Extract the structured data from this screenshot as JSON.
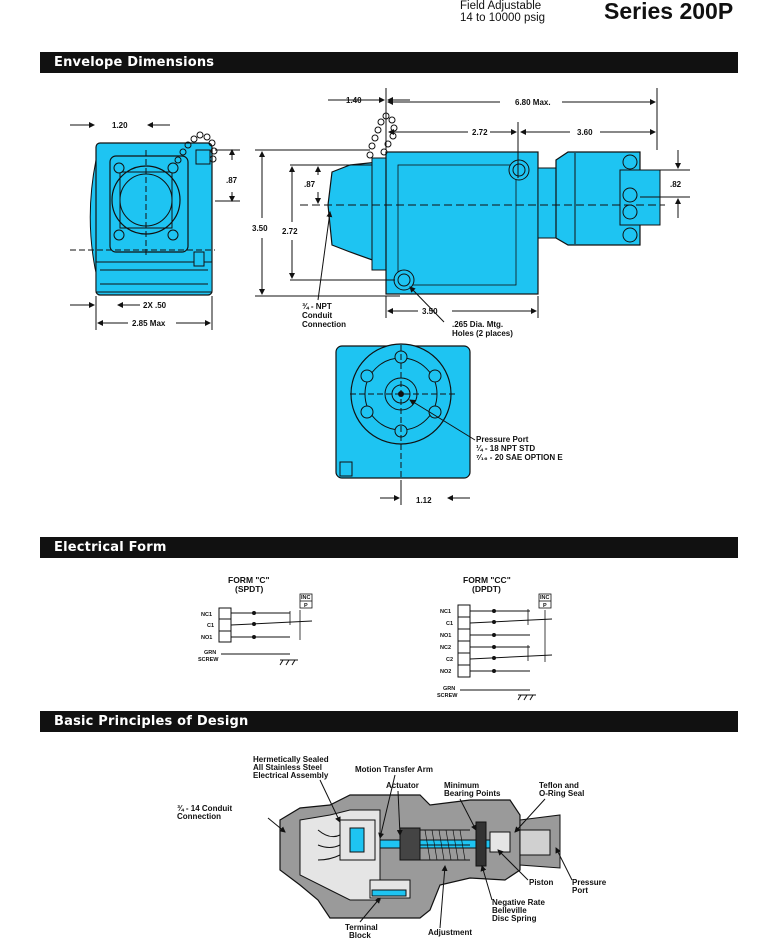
{
  "header": {
    "line1": "Field Adjustable",
    "line2": "14 to 10000 psig",
    "series": "Series 200P"
  },
  "sections": {
    "envelope": "Envelope Dimensions",
    "electrical": "Electrical Form",
    "principles": "Basic Principles of Design"
  },
  "dimensions": {
    "d_1_20": "1.20",
    "d_87a": ".87",
    "d_2x50": "2X .50",
    "d_285": "2.85 Max",
    "d_140": "1.40",
    "d_680": "6.80 Max.",
    "d_272a": "2.72",
    "d_360": "3.60",
    "d_87b": ".87",
    "d_350a": "3.50",
    "d_272b": "2.72",
    "d_82": ".82",
    "d_350b": "3.50",
    "d_112": "1.12",
    "conduit_1": "¾ - NPT",
    "conduit_2": "Conduit",
    "conduit_3": "Connection",
    "holes_1": ".265 Dia. Mtg.",
    "holes_2": "Holes (2 places)",
    "port_1": "Pressure Port",
    "port_2": "¼ - 18 NPT STD",
    "port_3": "⁷⁄₁₆ - 20 SAE OPTION E"
  },
  "electrical": {
    "formC_title1": "FORM \"C\"",
    "formC_title2": "(SPDT)",
    "formCC_title1": "FORM \"CC\"",
    "formCC_title2": "(DPDT)",
    "inc": "INC",
    "p": "P",
    "nc1": "NC1",
    "c1": "C1",
    "no1": "NO1",
    "nc2": "NC2",
    "c2": "C2",
    "no2": "NO2",
    "grn": "GRN",
    "screw": "SCREW"
  },
  "design": {
    "hermetic_1": "Hermetically Sealed",
    "hermetic_2": "All Stainless Steel",
    "hermetic_3": "Electrical Assembly",
    "motion": "Motion Transfer Arm",
    "actuator": "Actuator",
    "minimum_1": "Minimum",
    "minimum_2": "Bearing Points",
    "teflon_1": "Teflon and",
    "teflon_2": "O-Ring Seal",
    "conduit_1": "¾ - 14 Conduit",
    "conduit_2": "Connection",
    "piston": "Piston",
    "pressure_1": "Pressure",
    "pressure_2": "Port",
    "negative_1": "Negative Rate",
    "negative_2": "Belleville",
    "negative_3": "Disc Spring",
    "terminal_1": "Terminal",
    "terminal_2": "Block",
    "adjustment": "Adjustment"
  },
  "colors": {
    "body": "#1ec4f2",
    "section_bar": "#111111"
  }
}
